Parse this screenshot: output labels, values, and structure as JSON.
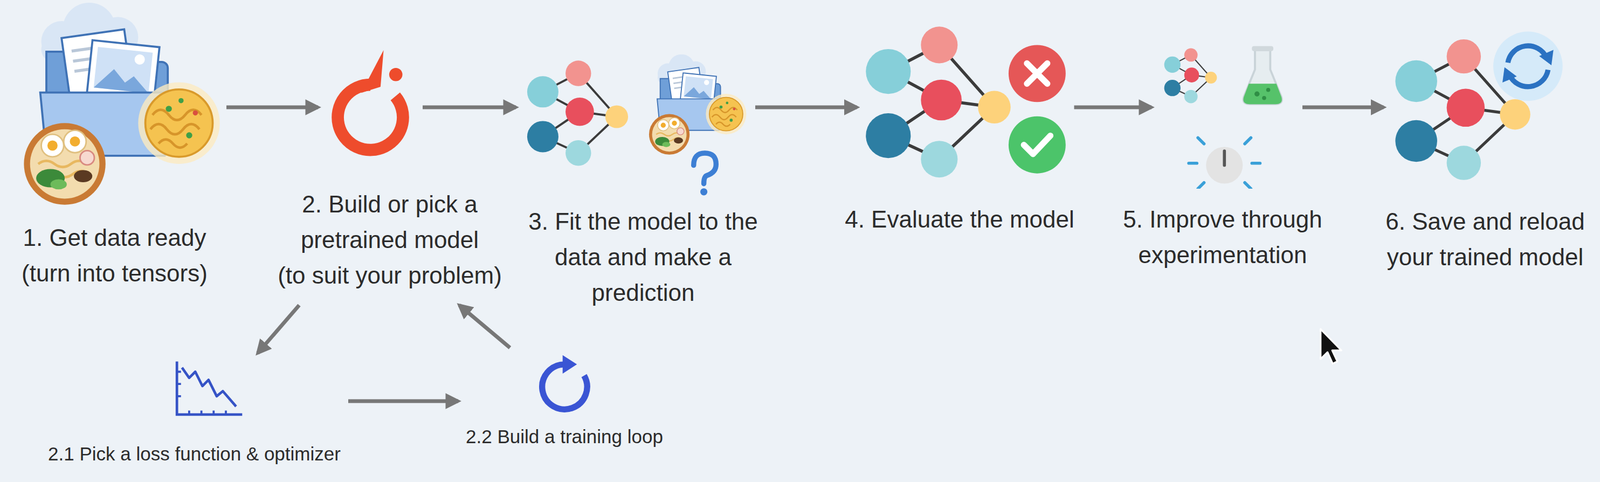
{
  "diagram": {
    "nodes": [
      {
        "text": [
          "1. Get data ready (turn into tensors)"
        ]
      },
      {
        "text": [
          "2. Build or pick a pretrained model (to suit your problem)"
        ]
      },
      {
        "text": [
          "3. Fit the model to the data and make a prediction"
        ]
      },
      {
        "text": [
          "4. Evaluate the model"
        ]
      },
      {
        "text": [
          "5. Improve through experimentation"
        ]
      },
      {
        "text": [
          "6. Save and reload your trained model"
        ]
      },
      {
        "text": [
          "2.1 Pick a loss function & optimizer"
        ]
      },
      {
        "text": [
          "2.2 Build a training loop"
        ]
      }
    ],
    "edges": [
      {
        "from": 0,
        "to": 1,
        "arrow": "to"
      },
      {
        "from": 1,
        "to": 2,
        "arrow": "to"
      },
      {
        "from": 2,
        "to": 3,
        "arrow": "to"
      },
      {
        "from": 3,
        "to": 4,
        "arrow": "to"
      },
      {
        "from": 4,
        "to": 5,
        "arrow": "to"
      },
      {
        "from": 1,
        "to": 6,
        "arrow": "to"
      },
      {
        "from": 6,
        "to": 7,
        "arrow": "to"
      },
      {
        "from": 7,
        "to": 1,
        "arrow": "to"
      }
    ]
  }
}
